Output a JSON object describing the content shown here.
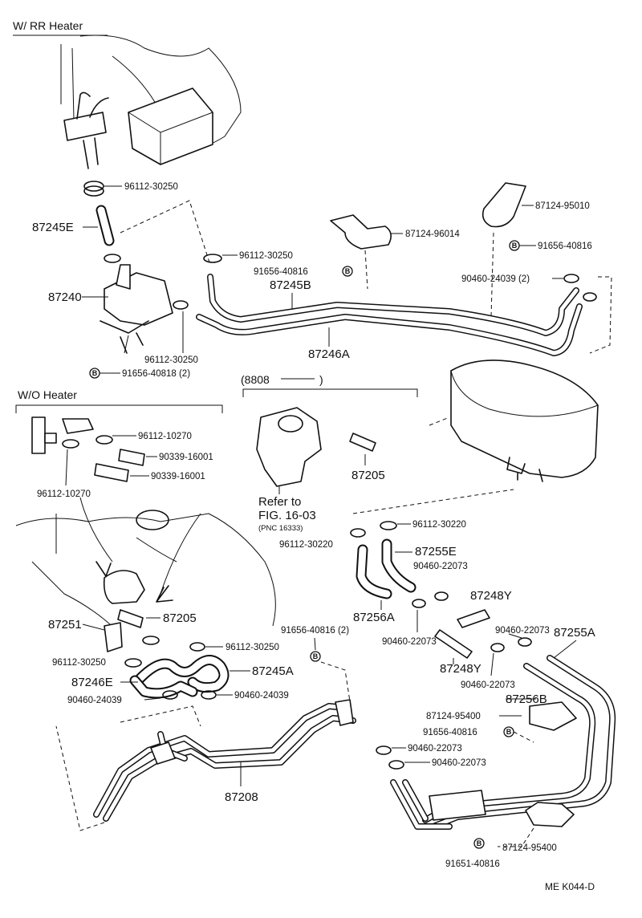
{
  "sections": {
    "rr_heater": "W/ RR  Heater",
    "wo_heater": "W/O Heater",
    "date_range_open": "(8808",
    "date_range_close": ")"
  },
  "refer": {
    "line1": "Refer to",
    "line2": "FIG. 16-03",
    "line3": "(PNC 16333)"
  },
  "bolt_marker": "B",
  "parts": {
    "p96112_30250_top": "96112-30250",
    "p87245E": "87245E",
    "p96112_30250_b": "96112-30250",
    "p91656_40816_a": "91656-40816",
    "p87245B": "87245B",
    "p87240": "87240",
    "p96112_30250_c": "96112-30250",
    "p91656_40818": "91656-40818 (2)",
    "p87246A": "87246A",
    "p87124_96014": "87124-96014",
    "p87124_95010": "87124-95010",
    "p91656_40816_b": "91656-40816",
    "p90460_24039_2": "90460-24039 (2)",
    "p96112_10270_a": "96112-10270",
    "p90339_16001_a": "90339-16001",
    "p90339_16001_b": "90339-16001",
    "p96112_10270_b": "96112-10270",
    "p87205_a": "87205",
    "p96112_30220_a": "96112-30220",
    "p96112_30220_b": "96112-30220",
    "p87255E": "87255E",
    "p90460_22073_a": "90460-22073",
    "p87248Y_a": "87248Y",
    "p90460_22073_b": "90460-22073",
    "p87256A": "87256A",
    "p90460_22073_c": "90460-22073",
    "p87255A": "87255A",
    "p87248Y_b": "87248Y",
    "p90460_22073_d": "90460-22073",
    "p87251": "87251",
    "p87205_b": "87205",
    "p91656_40816_2": "91656-40816 (2)",
    "p96112_30250_d": "96112-30250",
    "p96112_30250_e": "96112-30250",
    "p87245A": "87245A",
    "p87246E": "87246E",
    "p90460_24039_a": "90460-24039",
    "p90460_24039_b": "90460-24039",
    "p87256B": "87256B",
    "p87124_95400_a": "87124-95400",
    "p91656_40816_c": "91656-40816",
    "p90460_22073_e": "90460-22073",
    "p90460_22073_f": "90460-22073",
    "p87208": "87208",
    "p87124_95400_b": "87124-95400",
    "p91651_40816": "91651-40816"
  },
  "footer": {
    "code": "ME  K044-D"
  }
}
